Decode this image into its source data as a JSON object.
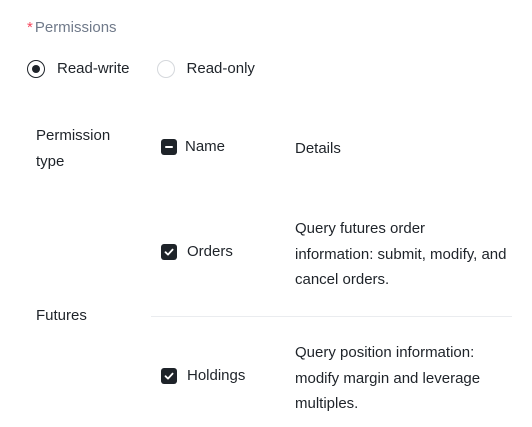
{
  "permissions": {
    "required_mark": "*",
    "label": "Permissions",
    "options": [
      {
        "label": "Read-write",
        "selected": true
      },
      {
        "label": "Read-only",
        "selected": false
      }
    ]
  },
  "table": {
    "headers": {
      "type": "Permission type",
      "name": "Name",
      "details": "Details"
    },
    "groups": [
      {
        "type": "Futures",
        "rows": [
          {
            "name": "Orders",
            "checked": true,
            "details": "Query futures order information: submit, modify, and cancel orders."
          },
          {
            "name": "Holdings",
            "checked": true,
            "details": "Query position information: modify margin and leverage multiples."
          }
        ]
      }
    ]
  },
  "colors": {
    "text": "#1e2329",
    "muted": "#707a8a",
    "required": "#f6465d",
    "divider": "#eaecef"
  }
}
